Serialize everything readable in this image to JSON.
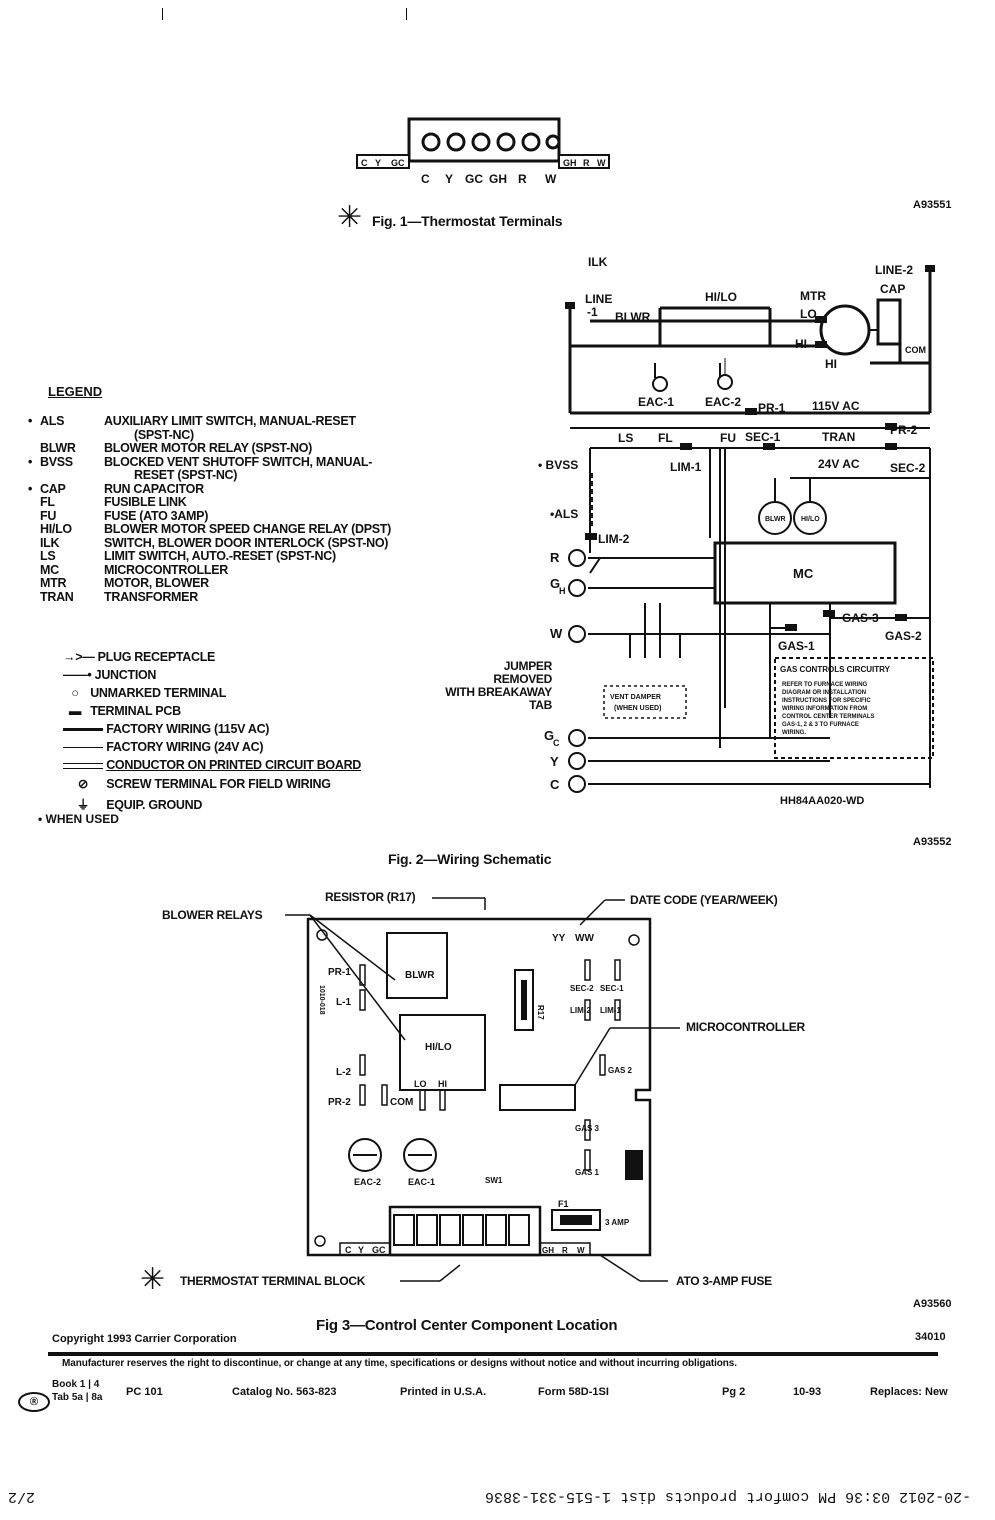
{
  "fig1": {
    "terminal_top_labels": [
      "C",
      "Y",
      "GC",
      "GH",
      "R",
      "W"
    ],
    "left_tag": [
      "C",
      "Y",
      "GC"
    ],
    "right_tag": [
      "GH",
      "R",
      "W"
    ],
    "caption": "Fig. 1—Thermostat Terminals",
    "id": "A93551"
  },
  "fig2": {
    "caption": "Fig. 2—Wiring Schematic",
    "id": "A93552",
    "drawing_id": "HH84AA020-WD",
    "labels": {
      "ilk": "ILK",
      "line1": "LINE",
      "line1b": "-1",
      "line2": "LINE-2",
      "blwr": "BLWR",
      "hilo": "HI/LO",
      "mtr": "MTR",
      "lo": "LO",
      "hi": "HI",
      "hi2": "HI",
      "cap": "CAP",
      "com": "COM",
      "eac1": "EAC-1",
      "eac2": "EAC-2",
      "pr1": "PR-1",
      "v115": "115V AC",
      "tran": "TRAN",
      "v24": "24V AC",
      "pr2": "PR-2",
      "sec2": "SEC-2",
      "ls": "LS",
      "fl": "FL",
      "fu": "FU",
      "sec1": "SEC-1",
      "lim1": "LIM-1",
      "bvss": "• BVSS",
      "als": "•ALS",
      "lim2": "LIM-2",
      "r": "R",
      "gh": "G",
      "gh_sub": "H",
      "mc": "MC",
      "blwr_c": "BLWR",
      "hilo_c": "HI/LO",
      "gas3": "GAS-3",
      "gas2": "GAS-2",
      "gas1": "GAS-1",
      "w": "W",
      "jumper1": "JUMPER",
      "jumper2": "REMOVED",
      "jumper3": "WITH BREAKAWAY",
      "jumper4": "TAB",
      "vent1": "VENT DAMPER",
      "vent2": "(WHEN USED)",
      "gcc_title": "GAS CONTROLS CIRCUITRY",
      "gcc_lines": [
        "REFER TO FURNACE WIRING",
        "DIAGRAM OR INSTALLATION",
        "INSTRUCTIONS FOR SPECIFIC",
        "WIRING INFORMATION FROM",
        "CONTROL CENTER TERMINALS",
        "GAS-1, 2 & 3 TO FURNACE",
        "WIRING."
      ],
      "gc": "G",
      "gc_sub": "C",
      "y": "Y",
      "c": "C"
    }
  },
  "legend": {
    "title": "LEGEND",
    "items": [
      {
        "mark": "•",
        "code": "ALS",
        "desc": "AUXILIARY LIMIT SWITCH, MANUAL-RESET"
      },
      {
        "mark": "",
        "code": "",
        "desc": "(SPST-NC)"
      },
      {
        "mark": "",
        "code": "BLWR",
        "desc": "BLOWER MOTOR RELAY (SPST-NO)"
      },
      {
        "mark": "•",
        "code": "BVSS",
        "desc": "BLOCKED VENT SHUTOFF SWITCH, MANUAL-"
      },
      {
        "mark": "",
        "code": "",
        "desc": "RESET (SPST-NC)"
      },
      {
        "mark": "•",
        "code": "CAP",
        "desc": "RUN CAPACITOR"
      },
      {
        "mark": "",
        "code": "FL",
        "desc": "FUSIBLE LINK"
      },
      {
        "mark": "",
        "code": "FU",
        "desc": "FUSE (ATO 3AMP)"
      },
      {
        "mark": "",
        "code": "HI/LO",
        "desc": "BLOWER MOTOR SPEED CHANGE RELAY (DPST)"
      },
      {
        "mark": "",
        "code": "ILK",
        "desc": "SWITCH, BLOWER DOOR INTERLOCK (SPST-NO)"
      },
      {
        "mark": "",
        "code": "LS",
        "desc": "LIMIT SWITCH, AUTO.-RESET (SPST-NC)"
      },
      {
        "mark": "",
        "code": "MC",
        "desc": "MICROCONTROLLER"
      },
      {
        "mark": "",
        "code": "MTR",
        "desc": "MOTOR, BLOWER"
      },
      {
        "mark": "",
        "code": "TRAN",
        "desc": "TRANSFORMER"
      }
    ],
    "symbols": [
      "PLUG RECEPTACLE",
      "JUNCTION",
      "UNMARKED TERMINAL",
      "TERMINAL PCB",
      "FACTORY WIRING (115V AC)",
      "FACTORY WIRING (24V AC)",
      "CONDUCTOR ON PRINTED CIRCUIT BOARD",
      "SCREW TERMINAL FOR FIELD WIRING",
      "EQUIP. GROUND"
    ],
    "when_used": "• WHEN USED"
  },
  "fig3": {
    "caption": "Fig 3—Control Center Component Location",
    "id": "A93560",
    "callouts": {
      "resistor": "RESISTOR (R17)",
      "date_code": "DATE CODE (YEAR/WEEK)",
      "blower_relays": "BLOWER RELAYS",
      "micro": "MICROCONTROLLER",
      "thermostat_block": "THERMOSTAT TERMINAL BLOCK",
      "fuse": "ATO 3-AMP FUSE"
    },
    "board": {
      "blwr": "BLWR",
      "hilo": "HI/LO",
      "pr1": "PR-1",
      "l1": "L-1",
      "l2": "L-2",
      "pr2": "PR-2",
      "com": "COM",
      "lo": "LO",
      "hi": "HI",
      "eac2": "EAC-2",
      "eac1": "EAC-1",
      "sw1": "SW1",
      "yy": "YY",
      "ww": "WW",
      "sec2": "SEC-2",
      "sec1": "SEC-1",
      "lim2": "LIM-2",
      "lim1": "LIM-1",
      "gas2": "GAS 2",
      "gas3": "GAS 3",
      "gas1": "GAS 1",
      "f1": "F1",
      "amp": "3 AMP",
      "r17": "R17",
      "part": "1010-018",
      "term_left": [
        "C",
        "Y",
        "GC"
      ],
      "term_right": [
        "GH",
        "R",
        "W"
      ]
    }
  },
  "footer": {
    "copyright": "Copyright 1993 Carrier Corporation",
    "doc_no": "34010",
    "notice": "Manufacturer reserves the right to discontinue, or change at any time, specifications or designs without notice and without incurring obligations.",
    "book_label": "Book",
    "book_val": "1",
    "book_val2": "4",
    "tab_label": "Tab",
    "tab_val": "5a",
    "tab_val2": "8a",
    "pc": "PC 101",
    "catalog": "Catalog No. 563-823",
    "printed": "Printed in U.S.A.",
    "form": "Form 58D-1SI",
    "pg": "Pg 2",
    "date": "10-93",
    "replaces": "Replaces: New"
  },
  "fax_header": "-20-2012 03:36 PM comfort products dist 1-515-331-3836",
  "fax_page": "2/2"
}
